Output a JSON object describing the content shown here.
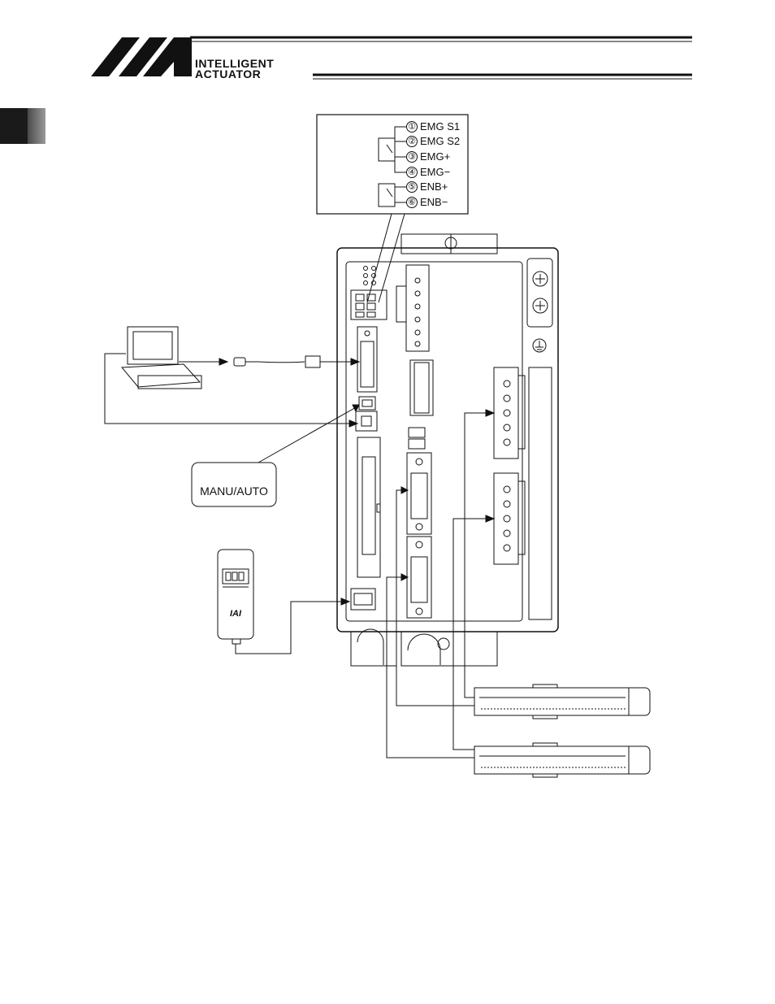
{
  "header": {
    "logo_line1": "INTELLIGENT",
    "logo_line2": "ACTUATOR"
  },
  "emg_connector": {
    "pins": [
      {
        "num": "①",
        "label": "EMG S1"
      },
      {
        "num": "②",
        "label": "EMG S2"
      },
      {
        "num": "③",
        "label": "EMG+"
      },
      {
        "num": "④",
        "label": "EMG−"
      },
      {
        "num": "⑤",
        "label": "ENB+"
      },
      {
        "num": "⑥",
        "label": "ENB−"
      }
    ]
  },
  "callouts": {
    "mode_switch": "MANU/AUTO"
  },
  "teaching_pendant": {
    "brand": "IAI"
  },
  "colors": {
    "line": "#111111",
    "accent_dark": "#1a1a1a"
  },
  "icons": [
    "laptop-icon",
    "teaching-pendant-icon",
    "actuator-icon",
    "ground-icon"
  ]
}
